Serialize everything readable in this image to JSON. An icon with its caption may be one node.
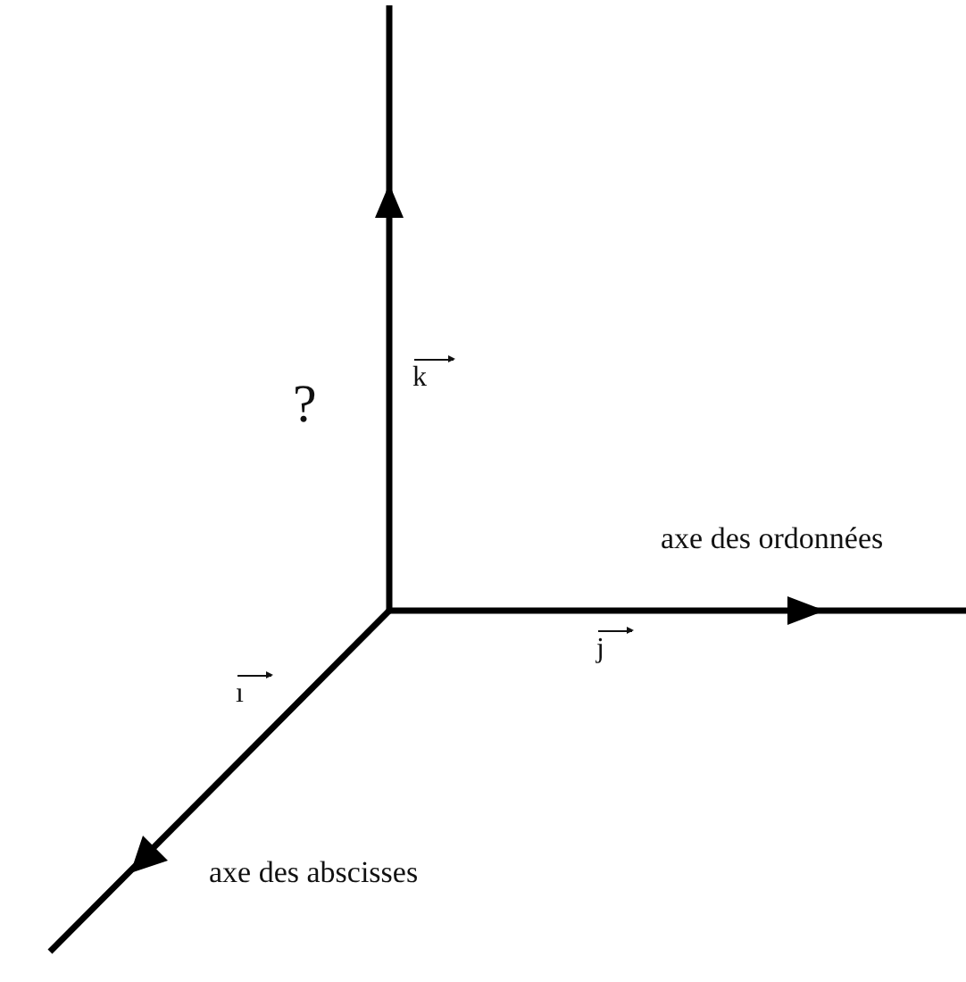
{
  "diagram": {
    "labels": [
      "k⃗",
      "?",
      "axe des ordonnées",
      "j⃗",
      "ı⃗",
      "axe des abscisses"
    ]
  }
}
